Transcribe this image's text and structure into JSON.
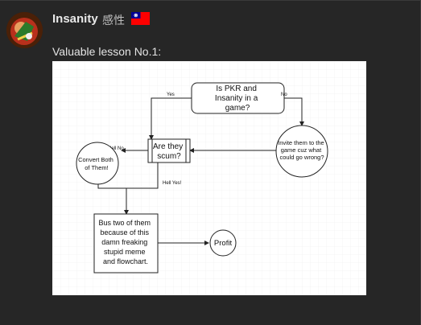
{
  "post": {
    "username": "Insanity",
    "user_tag": "感性",
    "flag_icon": "taiwan-flag-icon",
    "avatar_icon": "avatar-icon",
    "message": "Valuable lesson No.1:"
  },
  "flowchart": {
    "start_lines": [
      "Is PKR and",
      "Insanity in a",
      "game?"
    ],
    "yes_label": "Yes",
    "no_label": "No",
    "invite_lines": [
      "Invite them to the",
      "game cuz what",
      "could go wrong?"
    ],
    "scum_lines": [
      "Are they",
      "scum?"
    ],
    "hell_no_label": "Hell No",
    "convert_lines": [
      "Convert Both",
      "of Them!"
    ],
    "hell_yes_label": "Hell Yes!",
    "bus_lines": [
      "Bus two of them",
      "because of this",
      "damn freaking",
      "stupid meme",
      "and flowchart."
    ],
    "profit_label": "Profit"
  },
  "colors": {
    "background": "#262626",
    "username": "#e8e8e8",
    "flag_red": "#fe0000",
    "flag_blue": "#000095"
  }
}
